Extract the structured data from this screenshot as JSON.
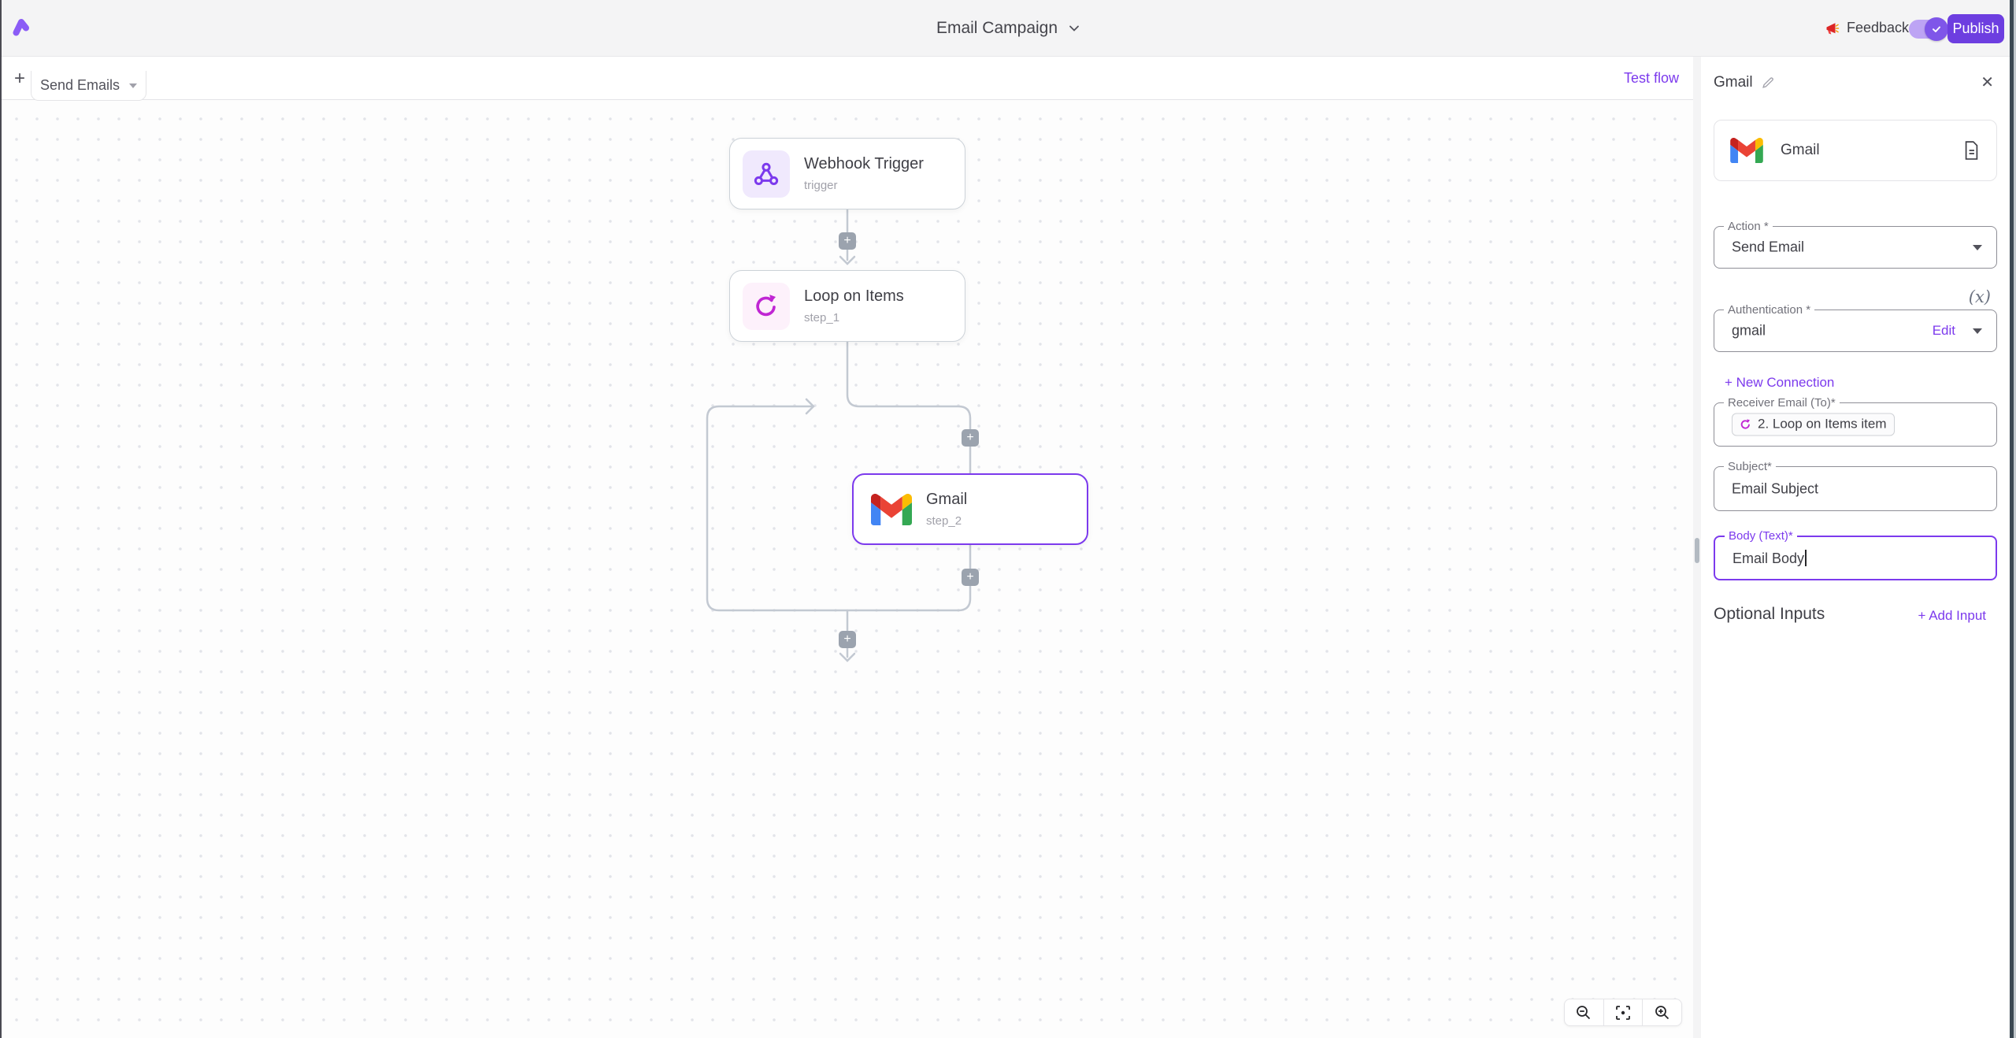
{
  "icons": {
    "plus": "+",
    "close": "✕"
  },
  "topbar": {
    "title": "Email Campaign",
    "feedback_label": "Feedback",
    "publish_label": "Publish"
  },
  "canvas": {
    "tab_label": "Send Emails",
    "test_flow_label": "Test flow",
    "nodes": {
      "webhook": {
        "title": "Webhook Trigger",
        "subtitle": "trigger"
      },
      "loop": {
        "title": "Loop on Items",
        "subtitle": "step_1"
      },
      "gmail": {
        "title": "Gmail",
        "subtitle": "step_2"
      }
    }
  },
  "panel": {
    "title": "Gmail",
    "piece_name": "Gmail",
    "action": {
      "label": "Action *",
      "value": "Send Email"
    },
    "auth": {
      "label": "Authentication *",
      "value": "gmail",
      "edit_label": "Edit"
    },
    "new_connection_label": "+ New Connection",
    "receiver": {
      "label": "Receiver Email (To)*",
      "chip_text": "2. Loop on Items item"
    },
    "subject": {
      "label": "Subject*",
      "value": "Email Subject"
    },
    "body": {
      "label": "Body (Text)*",
      "value": "Email Body"
    },
    "optional_inputs_label": "Optional Inputs",
    "add_input_label": "+ Add Input",
    "dynamic_value_glyph": "(x)"
  }
}
